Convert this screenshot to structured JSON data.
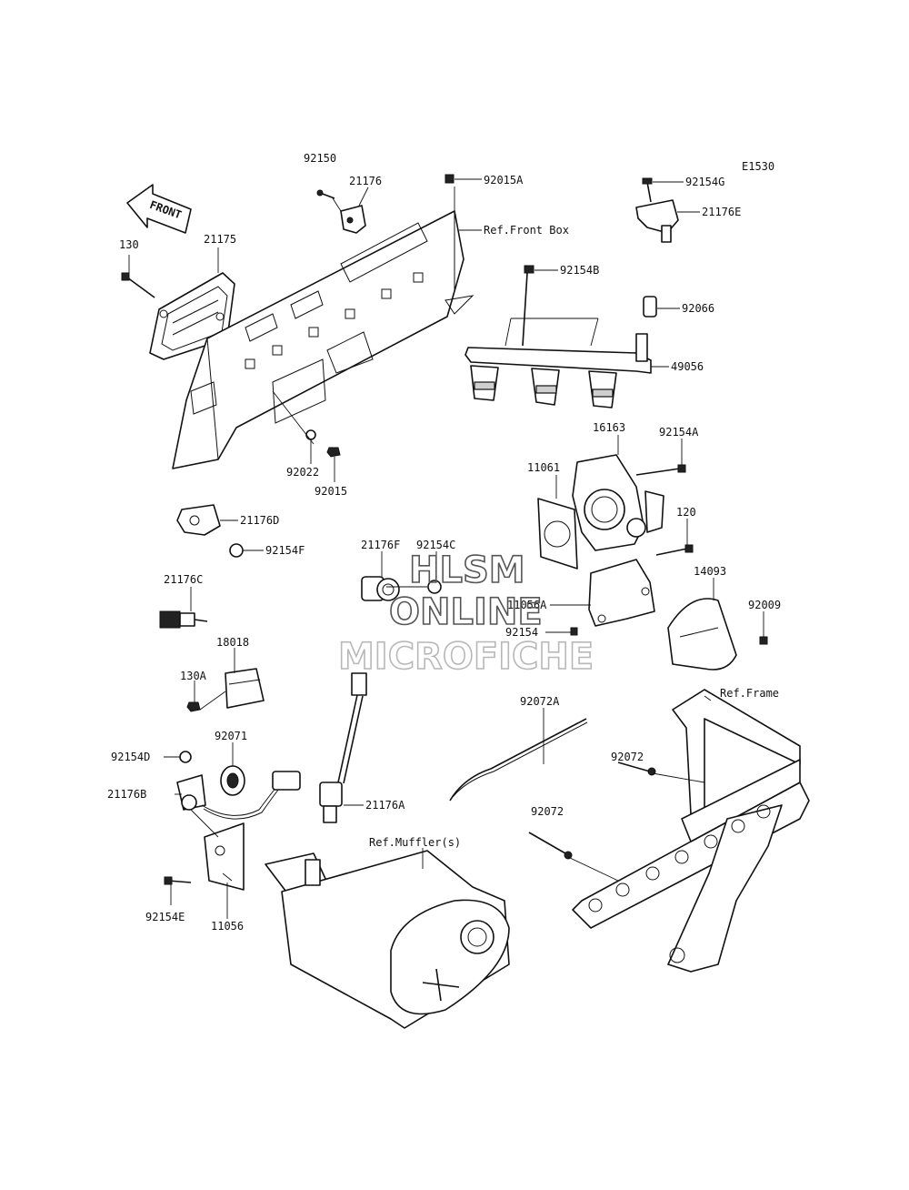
{
  "diagram_id": "E1530",
  "front_arrow": "FRONT",
  "labels": {
    "p92150": "92150",
    "p21176": "21176",
    "p92015A": "92015A",
    "ref_front_box": "Ref.Front Box",
    "p92154G": "92154G",
    "p21176E": "21176E",
    "p130": "130",
    "p21175": "21175",
    "p92154B": "92154B",
    "p92066": "92066",
    "p49056": "49056",
    "p92022": "92022",
    "p92015": "92015",
    "p16163": "16163",
    "p92154A": "92154A",
    "p11061": "11061",
    "p21176D": "21176D",
    "p92154F": "92154F",
    "p21176F": "21176F",
    "p92154C": "92154C",
    "p120": "120",
    "p14093": "14093",
    "p21176C": "21176C",
    "p11056A": "11056A",
    "p92009": "92009",
    "p92154": "92154",
    "p18018": "18018",
    "p130A": "130A",
    "ref_frame": "Ref.Frame",
    "p92072A": "92072A",
    "p92071": "92071",
    "p92154D": "92154D",
    "p92072_a": "92072",
    "p21176B": "21176B",
    "p21176A": "21176A",
    "p92072_b": "92072",
    "ref_muffler": "Ref.Muffler(s)",
    "p92154E": "92154E",
    "p11056": "11056"
  },
  "watermark": {
    "line1": "HLSM",
    "line2": "ONLINE",
    "line3": "MICROFICHE"
  }
}
